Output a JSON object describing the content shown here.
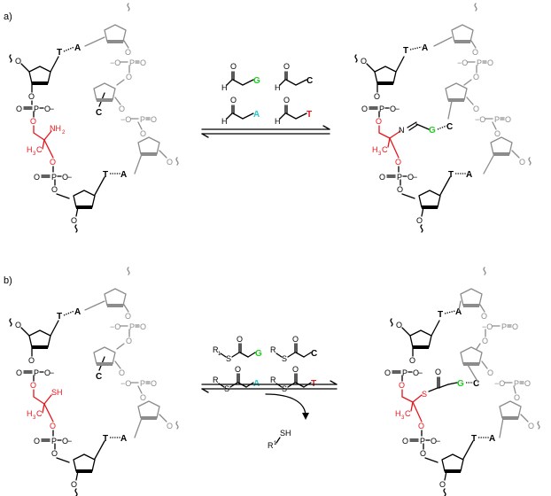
{
  "panels": [
    {
      "label": "a)"
    },
    {
      "label": "b)"
    }
  ],
  "colors": {
    "black": "#000000",
    "gray": "#8c8c8c",
    "red": "#e8141b",
    "green": "#22cc22",
    "cyan": "#22cccc"
  },
  "bases": {
    "T": "T",
    "A": "A",
    "C": "C",
    "G": "G"
  },
  "atoms": {
    "O": "O",
    "P": "P",
    "Ominus": "O−",
    "minusO": "−O",
    "NH2": "NH",
    "two": "2",
    "H3C": "H",
    "three": "3",
    "C": "C",
    "N": "N",
    "H": "H",
    "S": "S",
    "SH": "SH",
    "R": "R",
    "R1": "R",
    "one": "1"
  },
  "reagent_labels": {
    "aldehydes": [
      "G",
      "C",
      "A",
      "T"
    ],
    "thioesters": [
      "G",
      "C",
      "A",
      "T"
    ],
    "byproduct": "SH"
  },
  "icons": [
    "wavy-bond-icon",
    "equilibrium-arrow-icon",
    "curved-arrow-icon"
  ]
}
